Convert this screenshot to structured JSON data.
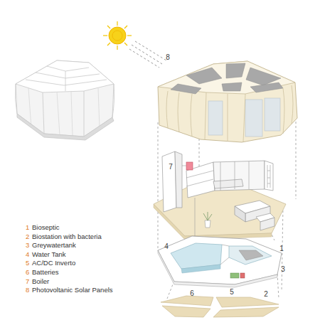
{
  "diagram": {
    "labels": [
      "8",
      "7",
      "4",
      "1",
      "3",
      "6",
      "5",
      "2",
      "1",
      "Bioseptic",
      "2",
      "Biostation with bacteria",
      "3",
      "Greywatertank",
      "4",
      "Water Tank",
      "5",
      "AC/DC Inverto",
      "6",
      "Batteries",
      "7",
      "Boiler",
      "8",
      "Photovoltanic Solar Panels"
    ]
  }
}
